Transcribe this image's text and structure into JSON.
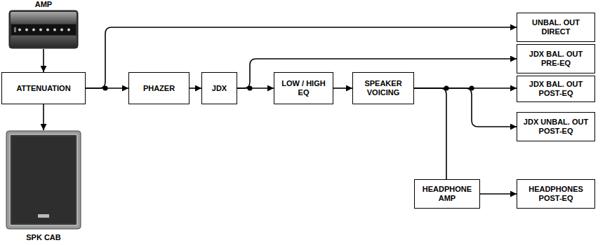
{
  "diagram": {
    "nodes": [
      {
        "text": [
          "AMP"
        ]
      },
      {
        "text": [
          "ATTENUATION"
        ]
      },
      {
        "text": [
          "SPK CAB"
        ]
      },
      {
        "text": [
          "PHAZER"
        ]
      },
      {
        "text": [
          "JDX"
        ]
      },
      {
        "text": [
          "LOW / HIGH EQ"
        ]
      },
      {
        "text": [
          "SPEAKER VOICING"
        ]
      },
      {
        "text": [
          "UNBAL. OUT DIRECT"
        ]
      },
      {
        "text": [
          "JDX BAL. OUT PRE-EQ"
        ]
      },
      {
        "text": [
          "JDX BAL. OUT POST-EQ"
        ]
      },
      {
        "text": [
          "JDX UNBAL. OUT POST-EQ"
        ]
      },
      {
        "text": [
          "HEADPHONE AMP"
        ]
      },
      {
        "text": [
          "HEADPHONES POST-EQ"
        ]
      }
    ],
    "edges": [
      {
        "from": 0,
        "to": 1,
        "arrow": "to"
      },
      {
        "from": 1,
        "to": 2,
        "arrow": "to"
      },
      {
        "from": 1,
        "to": 7,
        "arrow": "to"
      },
      {
        "from": 1,
        "to": 3,
        "arrow": "to"
      },
      {
        "from": 3,
        "to": 4,
        "arrow": "to"
      },
      {
        "from": 4,
        "to": 8,
        "arrow": "to"
      },
      {
        "from": 4,
        "to": 5,
        "arrow": "to"
      },
      {
        "from": 5,
        "to": 6,
        "arrow": "to"
      },
      {
        "from": 6,
        "to": 9,
        "arrow": "to"
      },
      {
        "from": 6,
        "to": 10,
        "arrow": "to"
      },
      {
        "from": 6,
        "to": 11,
        "arrow": "none"
      },
      {
        "from": 11,
        "to": 12,
        "arrow": "to"
      }
    ]
  }
}
